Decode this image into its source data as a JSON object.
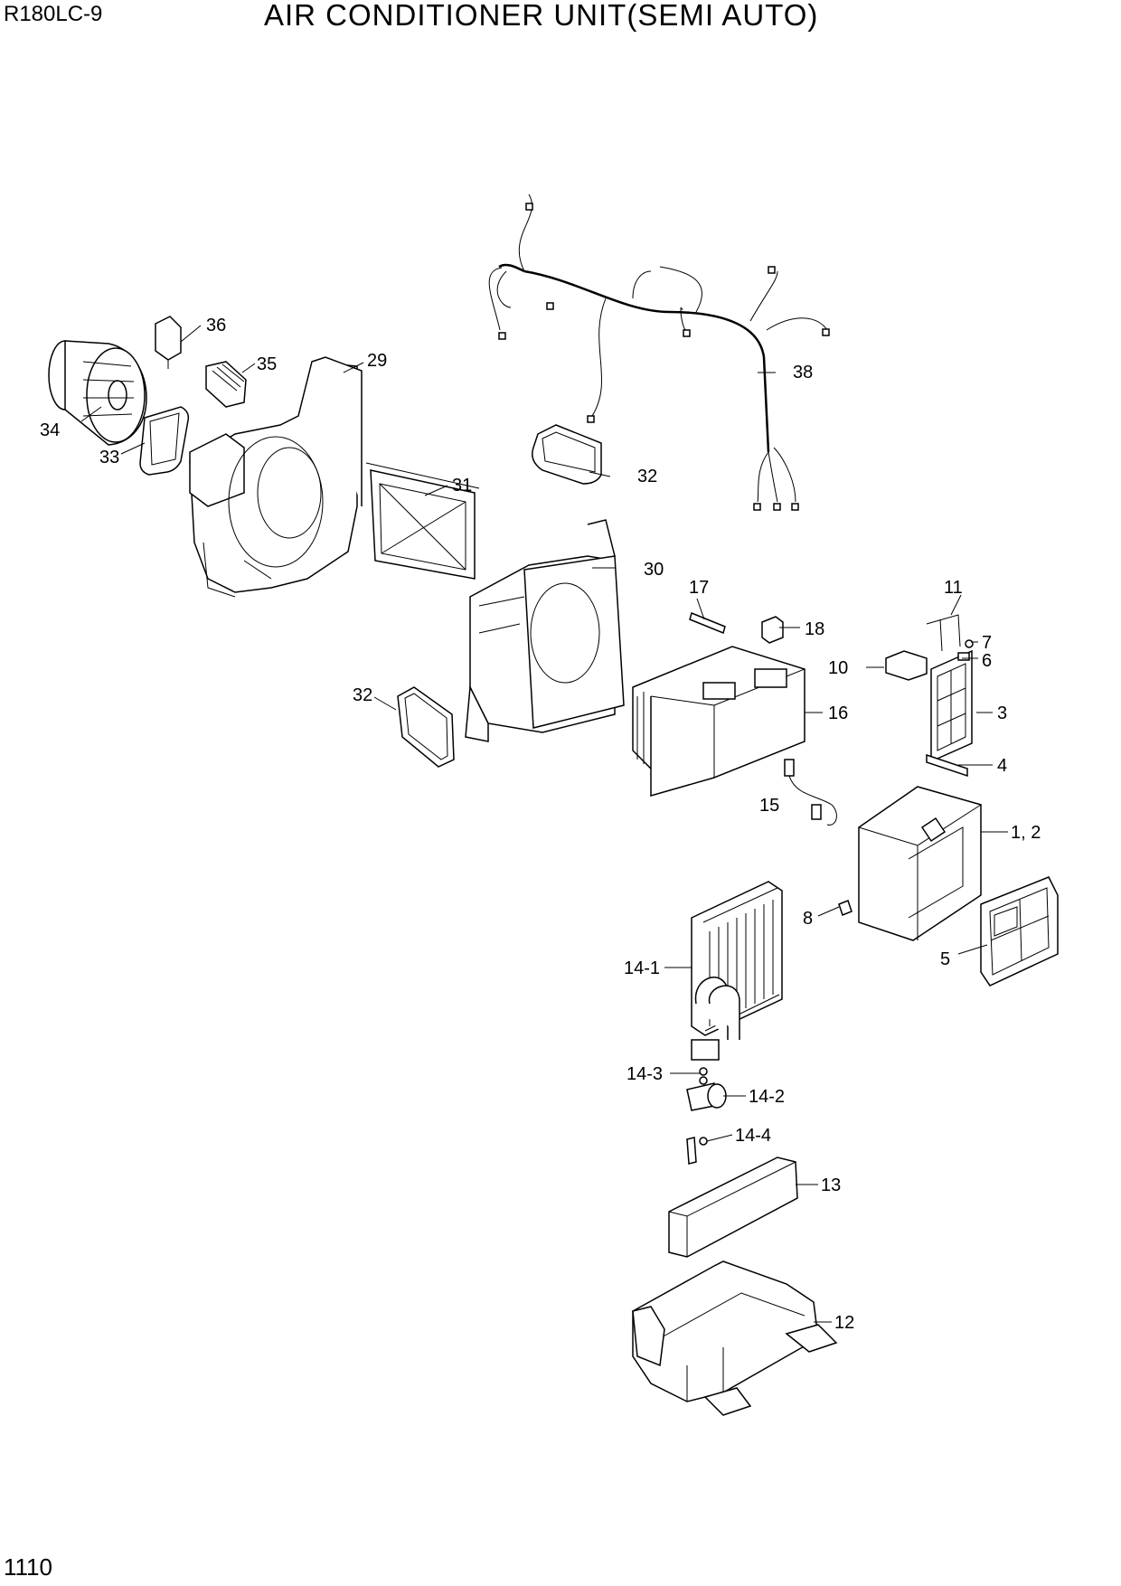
{
  "header": {
    "model": "R180LC-9",
    "title": "AIR CONDITIONER UNIT(SEMI AUTO)"
  },
  "footer": {
    "page_number": "1110"
  },
  "callouts": {
    "c1_2": "1, 2",
    "c3": "3",
    "c4": "4",
    "c5": "5",
    "c6": "6",
    "c7": "7",
    "c8": "8",
    "c10": "10",
    "c11": "11",
    "c12": "12",
    "c13": "13",
    "c14_1": "14-1",
    "c14_2": "14-2",
    "c14_3": "14-3",
    "c14_4": "14-4",
    "c15": "15",
    "c16": "16",
    "c17": "17",
    "c18": "18",
    "c29": "29",
    "c30": "30",
    "c31": "31",
    "c32a": "32",
    "c32b": "32",
    "c33": "33",
    "c34": "34",
    "c35": "35",
    "c36": "36",
    "c38": "38"
  }
}
